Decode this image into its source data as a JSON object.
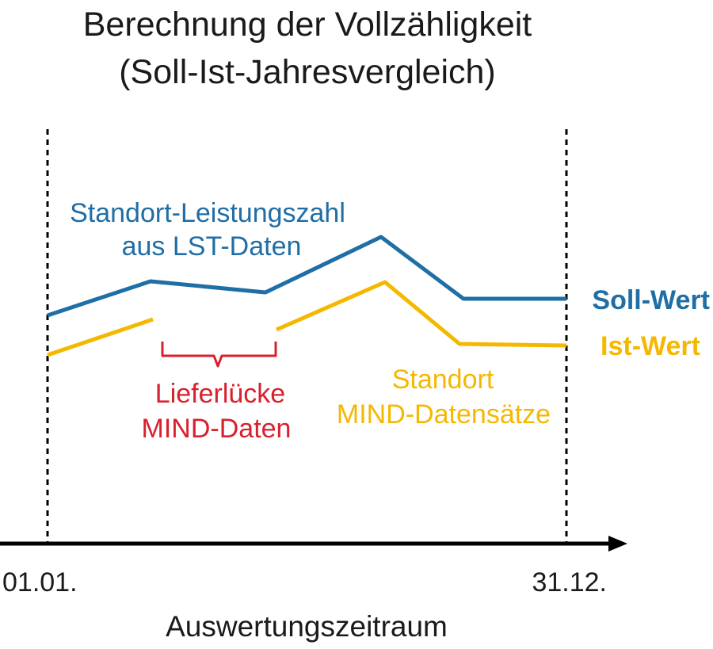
{
  "title": {
    "line1": "Berechnung der Vollzähligkeit",
    "line2": "(Soll-Ist-Jahresvergleich)"
  },
  "colors": {
    "soll": "#1f6ea6",
    "ist": "#f5b800",
    "gap": "#d9202e",
    "axis": "#000000"
  },
  "labels": {
    "soll_desc_line1": "Standort-Leistungszahl",
    "soll_desc_line2": "aus LST-Daten",
    "soll_value": "Soll-Wert",
    "ist_desc_line1": "Standort",
    "ist_desc_line2": "MIND-Datensätze",
    "ist_value": "Ist-Wert",
    "gap_line1": "Lieferlücke",
    "gap_line2": "MIND-Daten"
  },
  "axis": {
    "start": "01.01.",
    "end": "31.12.",
    "title": "Auswertungszeitraum"
  }
}
